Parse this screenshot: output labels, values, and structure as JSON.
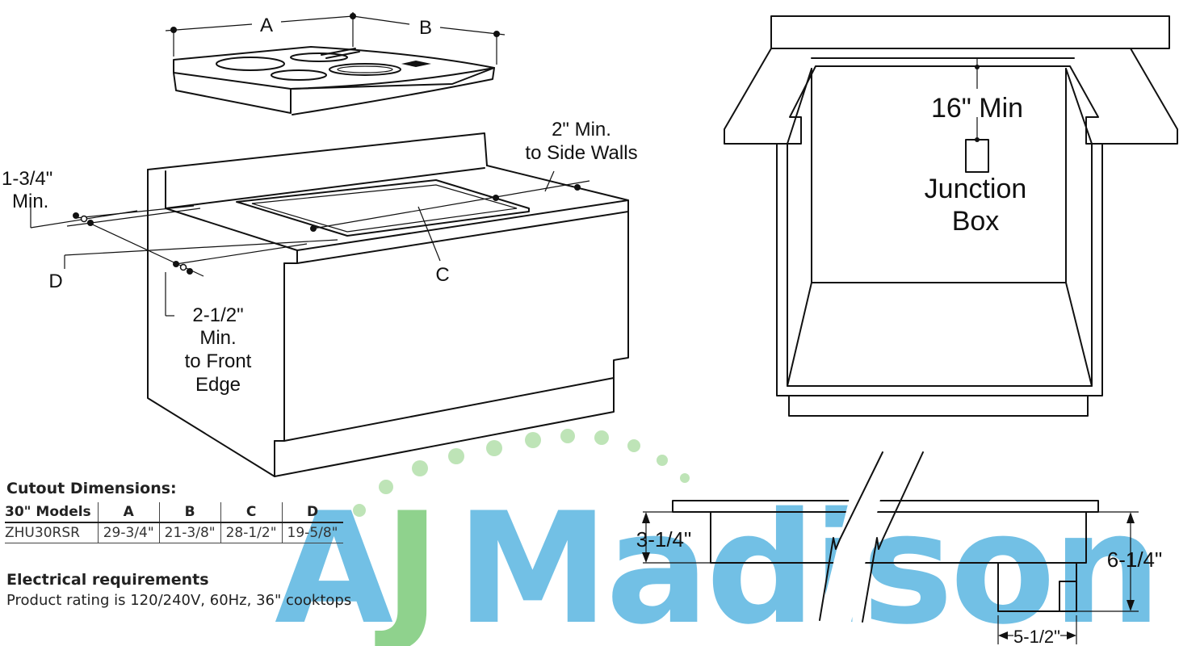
{
  "callouts": {
    "a": "A",
    "b": "B",
    "c": "C",
    "d": "D",
    "min_side_line1": "2\" Min.",
    "min_side_line2": "to Side Walls",
    "min_rear_line1": "1-3/4\"",
    "min_rear_line2": "Min.",
    "min_front_line1": "2-1/2\"",
    "min_front_line2": "Min.",
    "min_front_line3": "to Front",
    "min_front_line4": "Edge"
  },
  "junction": {
    "min": "16\" Min",
    "line1": "Junction",
    "line2": "Box"
  },
  "side_view": {
    "depth_left": "3-1/4\"",
    "depth_right": "6-1/4\"",
    "width_box": "5-1/2\""
  },
  "cutout": {
    "title": "Cutout Dimensions:",
    "headers": [
      "30\" Models",
      "A",
      "B",
      "C",
      "D"
    ],
    "rows": [
      [
        "ZHU30RSR",
        "29-3/4\"",
        "21-3/8\"",
        "28-1/2\"",
        "19-5/8\""
      ]
    ]
  },
  "electrical": {
    "title": "Electrical requirements",
    "text": "Product rating is 120/240V, 60Hz, 36\" cooktops"
  },
  "watermark": {
    "brand_j": "J",
    "brand_rest": "Madison",
    "brand_a": "A",
    "color_primary": "#1c9bd6",
    "color_accent": "#4cb848"
  }
}
